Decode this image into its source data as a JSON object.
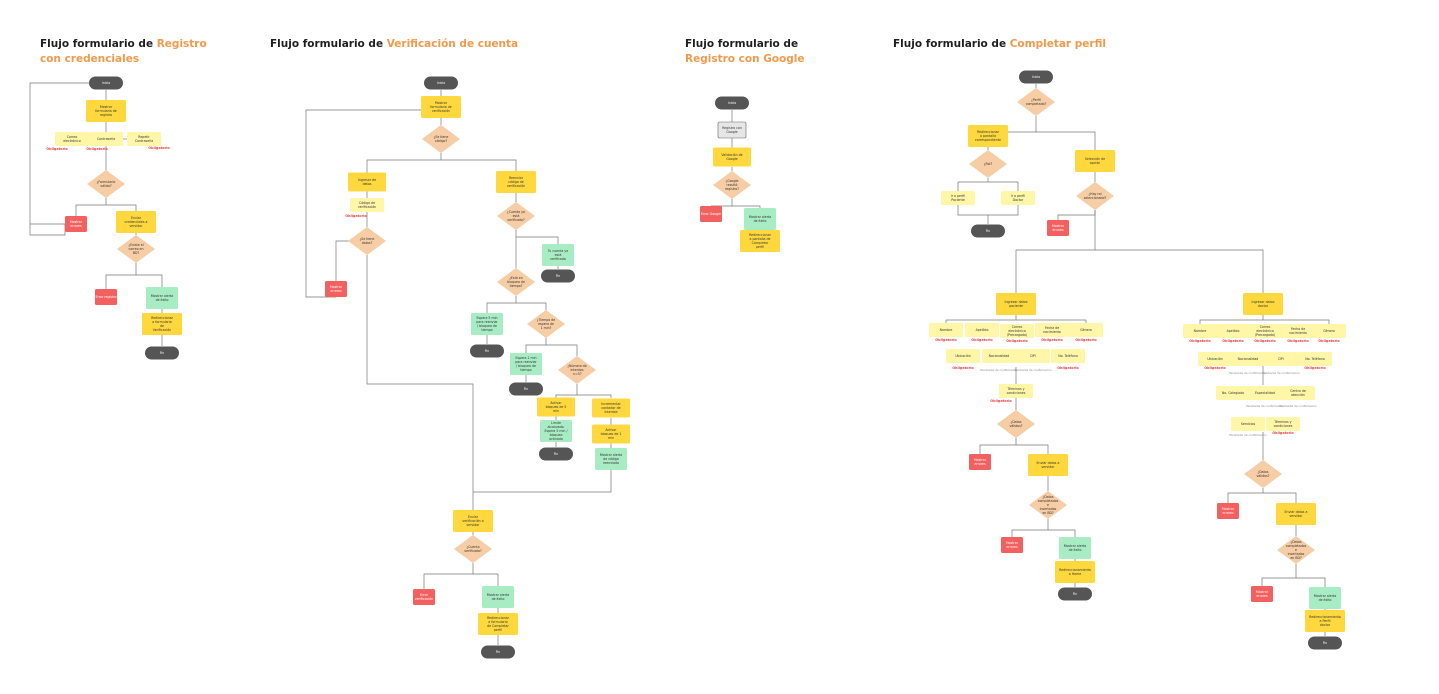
{
  "colors": {
    "accent": "#f2994a",
    "terminal": "#555555",
    "action": "#ffd83d",
    "input": "#fff6a8",
    "decision": "#f6cda4",
    "error": "#f26060",
    "success": "#a8ecc4",
    "required": "#e64545"
  },
  "required_label": "Obligatorio",
  "titles": [
    {
      "prefix": "Flujo formulario de ",
      "highlight": "Registro con credenciales"
    },
    {
      "prefix": "Flujo formulario de ",
      "highlight": "Verificación de cuenta"
    },
    {
      "prefix": "Flujo formulario de ",
      "highlight": "Registro con Google"
    },
    {
      "prefix": "Flujo formulario de ",
      "highlight": "Completar perfil"
    }
  ],
  "flows": {
    "registro": [
      {
        "type": "term",
        "text": "Inicio"
      },
      {
        "type": "action",
        "text": "Mostrar formulario de registro"
      },
      {
        "type": "input",
        "text": "Correo electrónico"
      },
      {
        "type": "input",
        "text": "Contraseña"
      },
      {
        "type": "input",
        "text": "Repetir Contraseña"
      },
      {
        "type": "decision",
        "text": "¿Formulario válido?"
      },
      {
        "type": "error",
        "text": "Mostrar errores"
      },
      {
        "type": "action",
        "text": "Enviar credenciales a servidor"
      },
      {
        "type": "decision",
        "text": "¿Existe el correo en BD?"
      },
      {
        "type": "error",
        "text": "Error registro"
      },
      {
        "type": "success",
        "text": "Mostrar alerta de éxito"
      },
      {
        "type": "action",
        "text": "Redireccionar a formulario de Verificación"
      },
      {
        "type": "term",
        "text": "Fin"
      }
    ],
    "verificacion": [
      {
        "type": "term",
        "text": "Inicio"
      },
      {
        "type": "action",
        "text": "Mostrar formulario de verificación"
      },
      {
        "type": "decision",
        "text": "¿Se tiene código?"
      },
      {
        "type": "action",
        "text": "Ingresar de datos"
      },
      {
        "type": "input",
        "text": "Código de verificación"
      },
      {
        "type": "decision",
        "text": "¿Se tiene datos?"
      },
      {
        "type": "error",
        "text": "Mostrar errores"
      },
      {
        "type": "action",
        "text": "Reenviar código de verificación"
      },
      {
        "type": "decision",
        "text": "¿Cuenta ya está verificada?"
      },
      {
        "type": "success",
        "text": "Tu cuenta ya está verificada"
      },
      {
        "type": "term",
        "text": "Fin"
      },
      {
        "type": "decision",
        "text": "¿Está en bloqueo de tiempo?"
      },
      {
        "type": "success",
        "text": "Espera 5 min para reenviar / bloqueo de tiempo"
      },
      {
        "type": "term",
        "text": "Fin"
      },
      {
        "type": "decision",
        "text": "¿Tiempo de espera de 1 min?"
      },
      {
        "type": "success",
        "text": "Espera 1 min para reenviar / bloqueo de tiempo"
      },
      {
        "type": "term",
        "text": "Fin"
      },
      {
        "type": "decision",
        "text": "¿Número de intentos <=5?"
      },
      {
        "type": "action",
        "text": "Activar bloqueo de 5 min"
      },
      {
        "type": "action",
        "text": "Incrementar contador de intentos"
      },
      {
        "type": "success",
        "text": "Limite alcanzado. Espera 5 min / bloqueo activado"
      },
      {
        "type": "action",
        "text": "Activar bloqueo de 1 min"
      },
      {
        "type": "term",
        "text": "Fin"
      },
      {
        "type": "success",
        "text": "Mostrar alerta de código reenviado"
      },
      {
        "type": "action",
        "text": "Enviar verificación a servidor"
      },
      {
        "type": "decision",
        "text": "¿Cuenta verificada?"
      },
      {
        "type": "error",
        "text": "Error verificación"
      },
      {
        "type": "success",
        "text": "Mostrar alerta de éxito"
      },
      {
        "type": "action",
        "text": "Redireccionar a formulario de Completar perfil"
      },
      {
        "type": "term",
        "text": "Fin"
      }
    ],
    "google": [
      {
        "type": "term",
        "text": "Inicio"
      },
      {
        "type": "gray",
        "text": "Registro con Google"
      },
      {
        "type": "action",
        "text": "Validación de Google"
      },
      {
        "type": "decision",
        "text": "¿Google resultó registro?"
      },
      {
        "type": "error",
        "text": "Error Google"
      },
      {
        "type": "success",
        "text": "Mostrar alerta de éxito"
      },
      {
        "type": "action",
        "text": "Redireccionar a pantalla de Completar perfil"
      }
    ],
    "perfil": [
      {
        "type": "term",
        "text": "Inicio"
      },
      {
        "type": "decision",
        "text": "¿Perfil completado?"
      },
      {
        "type": "action",
        "text": "Redireccionar a pantalla correspondiente"
      },
      {
        "type": "decision",
        "text": "¿Rol?"
      },
      {
        "type": "input",
        "text": "Ir a perfil Paciente"
      },
      {
        "type": "input",
        "text": "Ir a perfil Doctor"
      },
      {
        "type": "term",
        "text": "Fin"
      },
      {
        "type": "action",
        "text": "Selección de opción"
      },
      {
        "type": "decision",
        "text": "¿Hay rol seleccionado?"
      },
      {
        "type": "error",
        "text": "Mostrar errores"
      },
      {
        "type": "action",
        "text": "Ingresar datos paciente"
      },
      {
        "type": "input",
        "text": "Nombre"
      },
      {
        "type": "input",
        "text": "Apellido"
      },
      {
        "type": "input",
        "text": "Correo electrónico (Precargado)"
      },
      {
        "type": "input",
        "text": "Fecha de nacimiento"
      },
      {
        "type": "input",
        "text": "Género"
      },
      {
        "type": "input",
        "text": "Ubicación"
      },
      {
        "type": "input",
        "text": "Nacionalidad"
      },
      {
        "type": "input",
        "text": "DPI"
      },
      {
        "type": "input",
        "text": "No. Teléfono"
      },
      {
        "type": "input",
        "text": "Términos y condiciones"
      },
      {
        "type": "decision",
        "text": "¿Datos válidos?"
      },
      {
        "type": "error",
        "text": "Mostrar errores"
      },
      {
        "type": "action",
        "text": "Enviar datos a servidor"
      },
      {
        "type": "decision",
        "text": "¿Datos completados e insertados en BD?"
      },
      {
        "type": "error",
        "text": "Mostrar errores"
      },
      {
        "type": "success",
        "text": "Mostrar alerta de éxito"
      },
      {
        "type": "action",
        "text": "Redireccionamiento a Home"
      },
      {
        "type": "term",
        "text": "Fin"
      },
      {
        "type": "action",
        "text": "Ingresar datos doctor"
      },
      {
        "type": "input",
        "text": "Nombre"
      },
      {
        "type": "input",
        "text": "Apellido"
      },
      {
        "type": "input",
        "text": "Correo electrónico (Precargado)"
      },
      {
        "type": "input",
        "text": "Fecha de nacimiento"
      },
      {
        "type": "input",
        "text": "Género"
      },
      {
        "type": "input",
        "text": "Ubicación"
      },
      {
        "type": "input",
        "text": "Nacionalidad"
      },
      {
        "type": "input",
        "text": "DPI"
      },
      {
        "type": "input",
        "text": "No. Teléfono"
      },
      {
        "type": "input",
        "text": "No. Colegiado"
      },
      {
        "type": "input",
        "text": "Especialidad"
      },
      {
        "type": "input",
        "text": "Centro de atención"
      },
      {
        "type": "input",
        "text": "Servicios"
      },
      {
        "type": "input",
        "text": "Términos y condiciones"
      },
      {
        "type": "decision",
        "text": "¿Datos válidos?"
      },
      {
        "type": "error",
        "text": "Mostrar errores"
      },
      {
        "type": "action",
        "text": "Enviar datos a servidor"
      },
      {
        "type": "decision",
        "text": "¿Datos completados e insertados en BD?"
      },
      {
        "type": "error",
        "text": "Mostrar errores"
      },
      {
        "type": "success",
        "text": "Mostrar alerta de éxito"
      },
      {
        "type": "action",
        "text": "Redireccionamiento a Perfil doctor"
      },
      {
        "type": "term",
        "text": "Fin"
      }
    ]
  }
}
